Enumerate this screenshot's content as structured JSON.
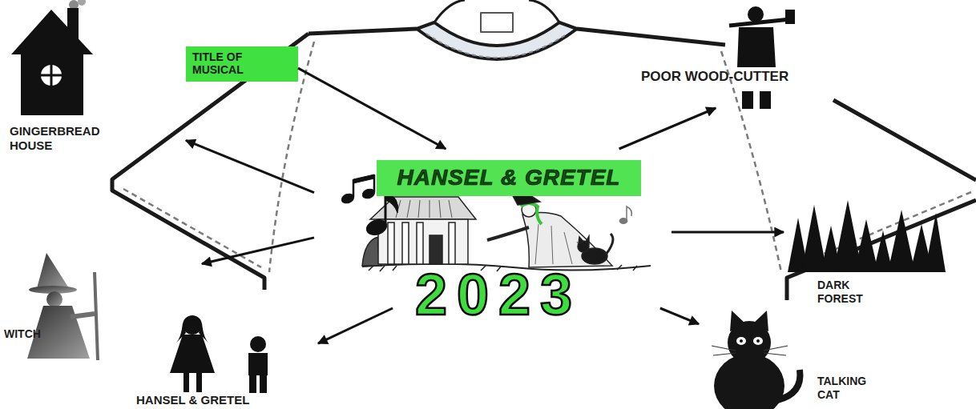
{
  "diagram": {
    "nodes": [
      {
        "text": [
          "GINGERBREAD HOUSE"
        ]
      },
      {
        "text": [
          "TITLE OF MUSICAL"
        ]
      },
      {
        "text": [
          "POOR WOOD-CUTTER"
        ]
      },
      {
        "text": [
          "HANSEL & GRETEL",
          "2023"
        ]
      },
      {
        "text": [
          "DARK FOREST"
        ]
      },
      {
        "text": [
          "WITCH"
        ]
      },
      {
        "text": [
          "HANSEL & GRETEL"
        ]
      },
      {
        "text": [
          "TALKING CAT"
        ]
      }
    ],
    "edges": [
      {
        "from": 1,
        "to": 3,
        "arrow": "to"
      },
      {
        "from": 3,
        "to": 0,
        "arrow": "to"
      },
      {
        "from": 3,
        "to": 2,
        "arrow": "to"
      },
      {
        "from": 3,
        "to": 4,
        "arrow": "to"
      },
      {
        "from": 3,
        "to": 5,
        "arrow": "to"
      },
      {
        "from": 3,
        "to": 6,
        "arrow": "to"
      },
      {
        "from": 3,
        "to": 7,
        "arrow": "to"
      }
    ]
  }
}
